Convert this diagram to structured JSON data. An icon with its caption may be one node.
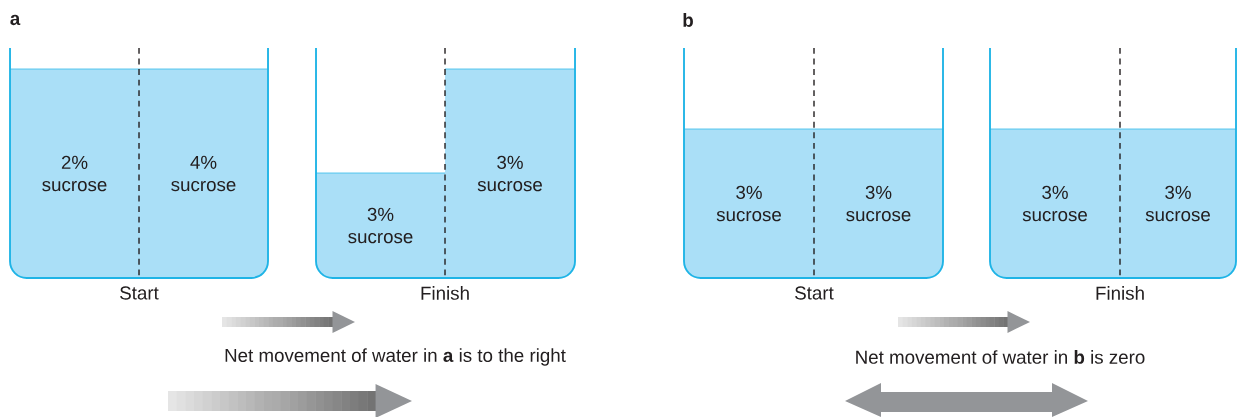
{
  "diagram": {
    "nodes": [
      {
        "text": [],
        "shape": "beaker",
        "beside": [
          "Start"
        ]
      },
      {
        "text": [
          "2% sucrose"
        ],
        "in": 0
      },
      {
        "text": [
          "4% sucrose"
        ],
        "in": 0
      },
      {
        "text": [],
        "shape": "beaker",
        "beside": [
          "Finish"
        ]
      },
      {
        "text": [
          "3% sucrose"
        ],
        "in": 3
      },
      {
        "text": [
          "3% sucrose"
        ],
        "in": 3
      },
      {
        "text": [],
        "shape": "beaker",
        "beside": [
          "Start"
        ]
      },
      {
        "text": [
          "3% sucrose"
        ],
        "in": 6
      },
      {
        "text": [
          "3% sucrose"
        ],
        "in": 6
      },
      {
        "text": [],
        "shape": "beaker",
        "beside": [
          "Finish"
        ]
      },
      {
        "text": [
          "3% sucrose"
        ],
        "in": 9
      },
      {
        "text": [
          "3% sucrose"
        ],
        "in": 9
      }
    ],
    "labels": [
      "a",
      "b",
      "Net movement of water in **a** is to the right",
      "Net movement of water in **b** is zero"
    ]
  }
}
